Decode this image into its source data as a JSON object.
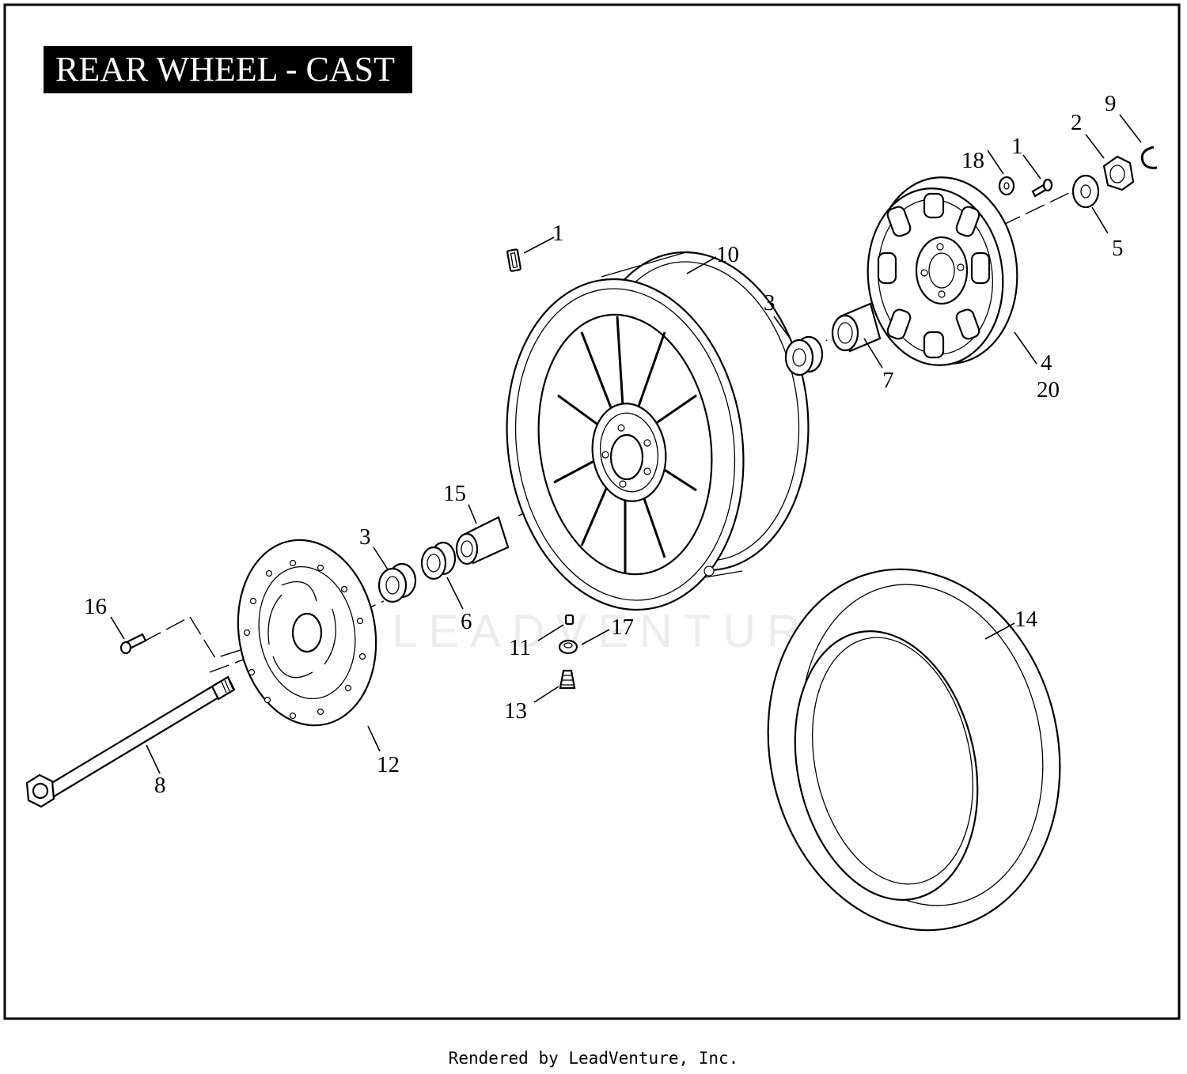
{
  "title": "REAR WHEEL - CAST",
  "footer": "Rendered by LeadVenture, Inc.",
  "watermark": "LEADVENTURE",
  "callouts": {
    "c1_key": "1",
    "c1_screw": "1",
    "c2": "2",
    "c3_right": "3",
    "c3_left": "3",
    "c4": "4",
    "c20": "20",
    "c5": "5",
    "c6": "6",
    "c7": "7",
    "c8": "8",
    "c9": "9",
    "c10": "10",
    "c11": "11",
    "c12": "12",
    "c13": "13",
    "c14": "14",
    "c15": "15",
    "c16": "16",
    "c17": "17",
    "c18": "18"
  },
  "colors": {
    "ink": "#000000",
    "paper": "#ffffff",
    "watermark": "#ececec"
  }
}
